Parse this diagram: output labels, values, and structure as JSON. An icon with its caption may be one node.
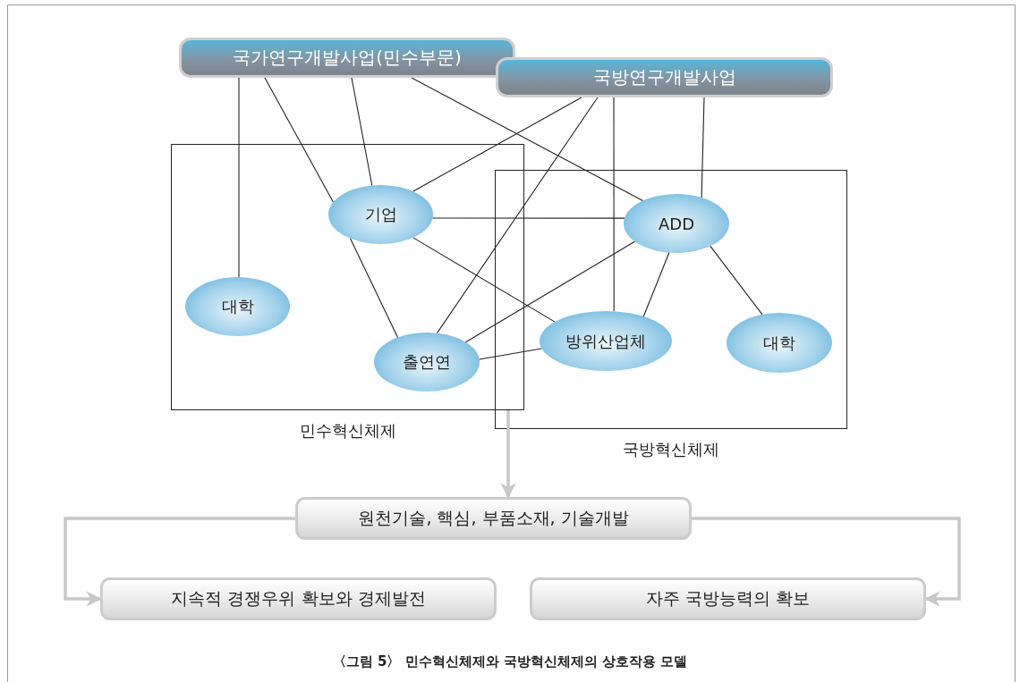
{
  "diagram": {
    "caption": "〈그림 5〉 민수혁신체제와 국방혁신체제의 상호작용 모델",
    "nodes": [
      {
        "text": [
          "국가연구개발사업(민수부문)"
        ]
      },
      {
        "text": [
          "국방연구개발사업"
        ]
      },
      {
        "text": [
          "민수혁신체제"
        ]
      },
      {
        "text": [
          "기업"
        ],
        "in": 2
      },
      {
        "text": [
          "대학"
        ],
        "in": 2
      },
      {
        "text": [
          "출연연"
        ],
        "in": 2
      },
      {
        "text": [
          "국방혁신체제"
        ]
      },
      {
        "text": [
          "ADD"
        ],
        "in": 6
      },
      {
        "text": [
          "방위산업체"
        ],
        "in": 6
      },
      {
        "text": [
          "대학"
        ],
        "in": 6
      },
      {
        "text": [
          "원천기술, 핵심, 부품소재, 기술개발"
        ]
      },
      {
        "text": [
          "지속적 경쟁우위 확보와 경제발전"
        ]
      },
      {
        "text": [
          "자주 국방능력의 확보"
        ]
      }
    ],
    "edges": [
      {
        "from": 0,
        "to": 4,
        "arrow": "none"
      },
      {
        "from": 0,
        "to": 3,
        "arrow": "none"
      },
      {
        "from": 0,
        "to": 3,
        "arrow": "none"
      },
      {
        "from": 0,
        "to": 7,
        "arrow": "none"
      },
      {
        "from": 1,
        "to": 3,
        "arrow": "none"
      },
      {
        "from": 1,
        "to": 5,
        "arrow": "none"
      },
      {
        "from": 1,
        "to": 8,
        "arrow": "none"
      },
      {
        "from": 1,
        "to": 7,
        "arrow": "none"
      },
      {
        "from": 3,
        "to": 7,
        "arrow": "none"
      },
      {
        "from": 3,
        "to": 5,
        "arrow": "none"
      },
      {
        "from": 3,
        "to": 8,
        "arrow": "none"
      },
      {
        "from": 7,
        "to": 5,
        "arrow": "none"
      },
      {
        "from": 7,
        "to": 8,
        "arrow": "none"
      },
      {
        "from": 7,
        "to": 9,
        "arrow": "none"
      },
      {
        "from": 5,
        "to": 8,
        "arrow": "none"
      },
      {
        "from": 2,
        "to": 10,
        "arrow": "to",
        "style": "thick",
        "color": "#c8c8c8"
      },
      {
        "from": 10,
        "to": 11,
        "arrow": "to",
        "style": "thick",
        "color": "#c8c8c8"
      },
      {
        "from": 10,
        "to": 12,
        "arrow": "to",
        "style": "thick",
        "color": "#c8c8c8"
      }
    ]
  }
}
